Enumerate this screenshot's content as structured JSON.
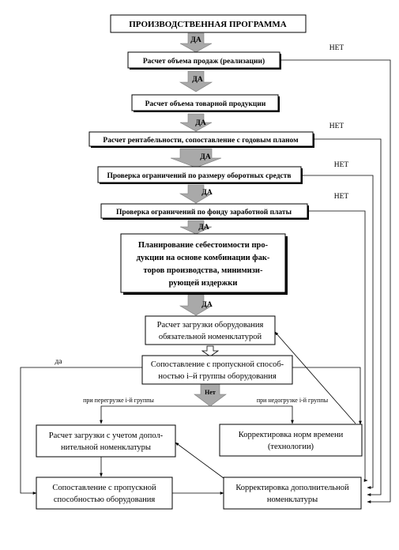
{
  "boxes": {
    "b1": "ПРОИЗВОДСТВЕННАЯ ПРОГРАММА",
    "b2": "Расчет объема продаж (реализации)",
    "b3": "Расчет объема товарной продукции",
    "b4": "Расчет рентабельности, сопоставление с годовым планом",
    "b5": "Проверка ограничений по размеру оборотных средств",
    "b6": "Проверка ограничений по фонду заработной платы",
    "b7": [
      "Планирование себестоимости про-",
      "дукции на основе комбинации фак-",
      "торов производства, минимизи-",
      "рующей издержки"
    ],
    "b8": [
      "Расчет загрузки оборудования",
      "обязательной номенклатурой"
    ],
    "b9": [
      "Сопоставление с пропускной способ-",
      "ностью i–й группы оборудования"
    ],
    "b10": [
      "Расчет загрузки с учетом допол-",
      "нительной номенклатуры"
    ],
    "b11": [
      "Корректировка норм времени",
      "(технологии)"
    ],
    "b12": [
      "Сопоставление с пропускной",
      "способностью оборудования"
    ],
    "b13": [
      "Корректировка дополнительной",
      "номенклатуры"
    ]
  },
  "labels": {
    "yes": "ДА",
    "no": "НЕТ",
    "no_small": "Нет",
    "yes_lower": "да",
    "overload": "при перегрузке i-й группы",
    "underload": "при недогрузке i-й группы"
  }
}
